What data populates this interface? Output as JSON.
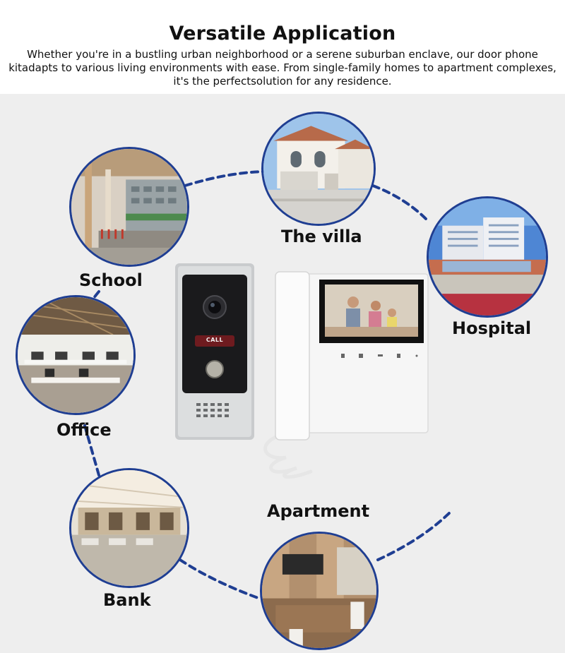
{
  "header": {
    "title": "Versatile Application",
    "description": "Whether you're in a bustling urban neighborhood or a serene suburban enclave, our door phone kitadapts to various living environments with ease. From single-family homes to apartment complexes, it's the perfectsolution for any residence."
  },
  "scenes": {
    "school": "School",
    "villa": "The villa",
    "hospital": "Hospital",
    "office": "Office",
    "apartment": "Apartment",
    "bank": "Bank"
  },
  "product": {
    "call_label": "CALL"
  },
  "colors": {
    "ring": "#1f3e92",
    "background": "#eeeeee"
  }
}
